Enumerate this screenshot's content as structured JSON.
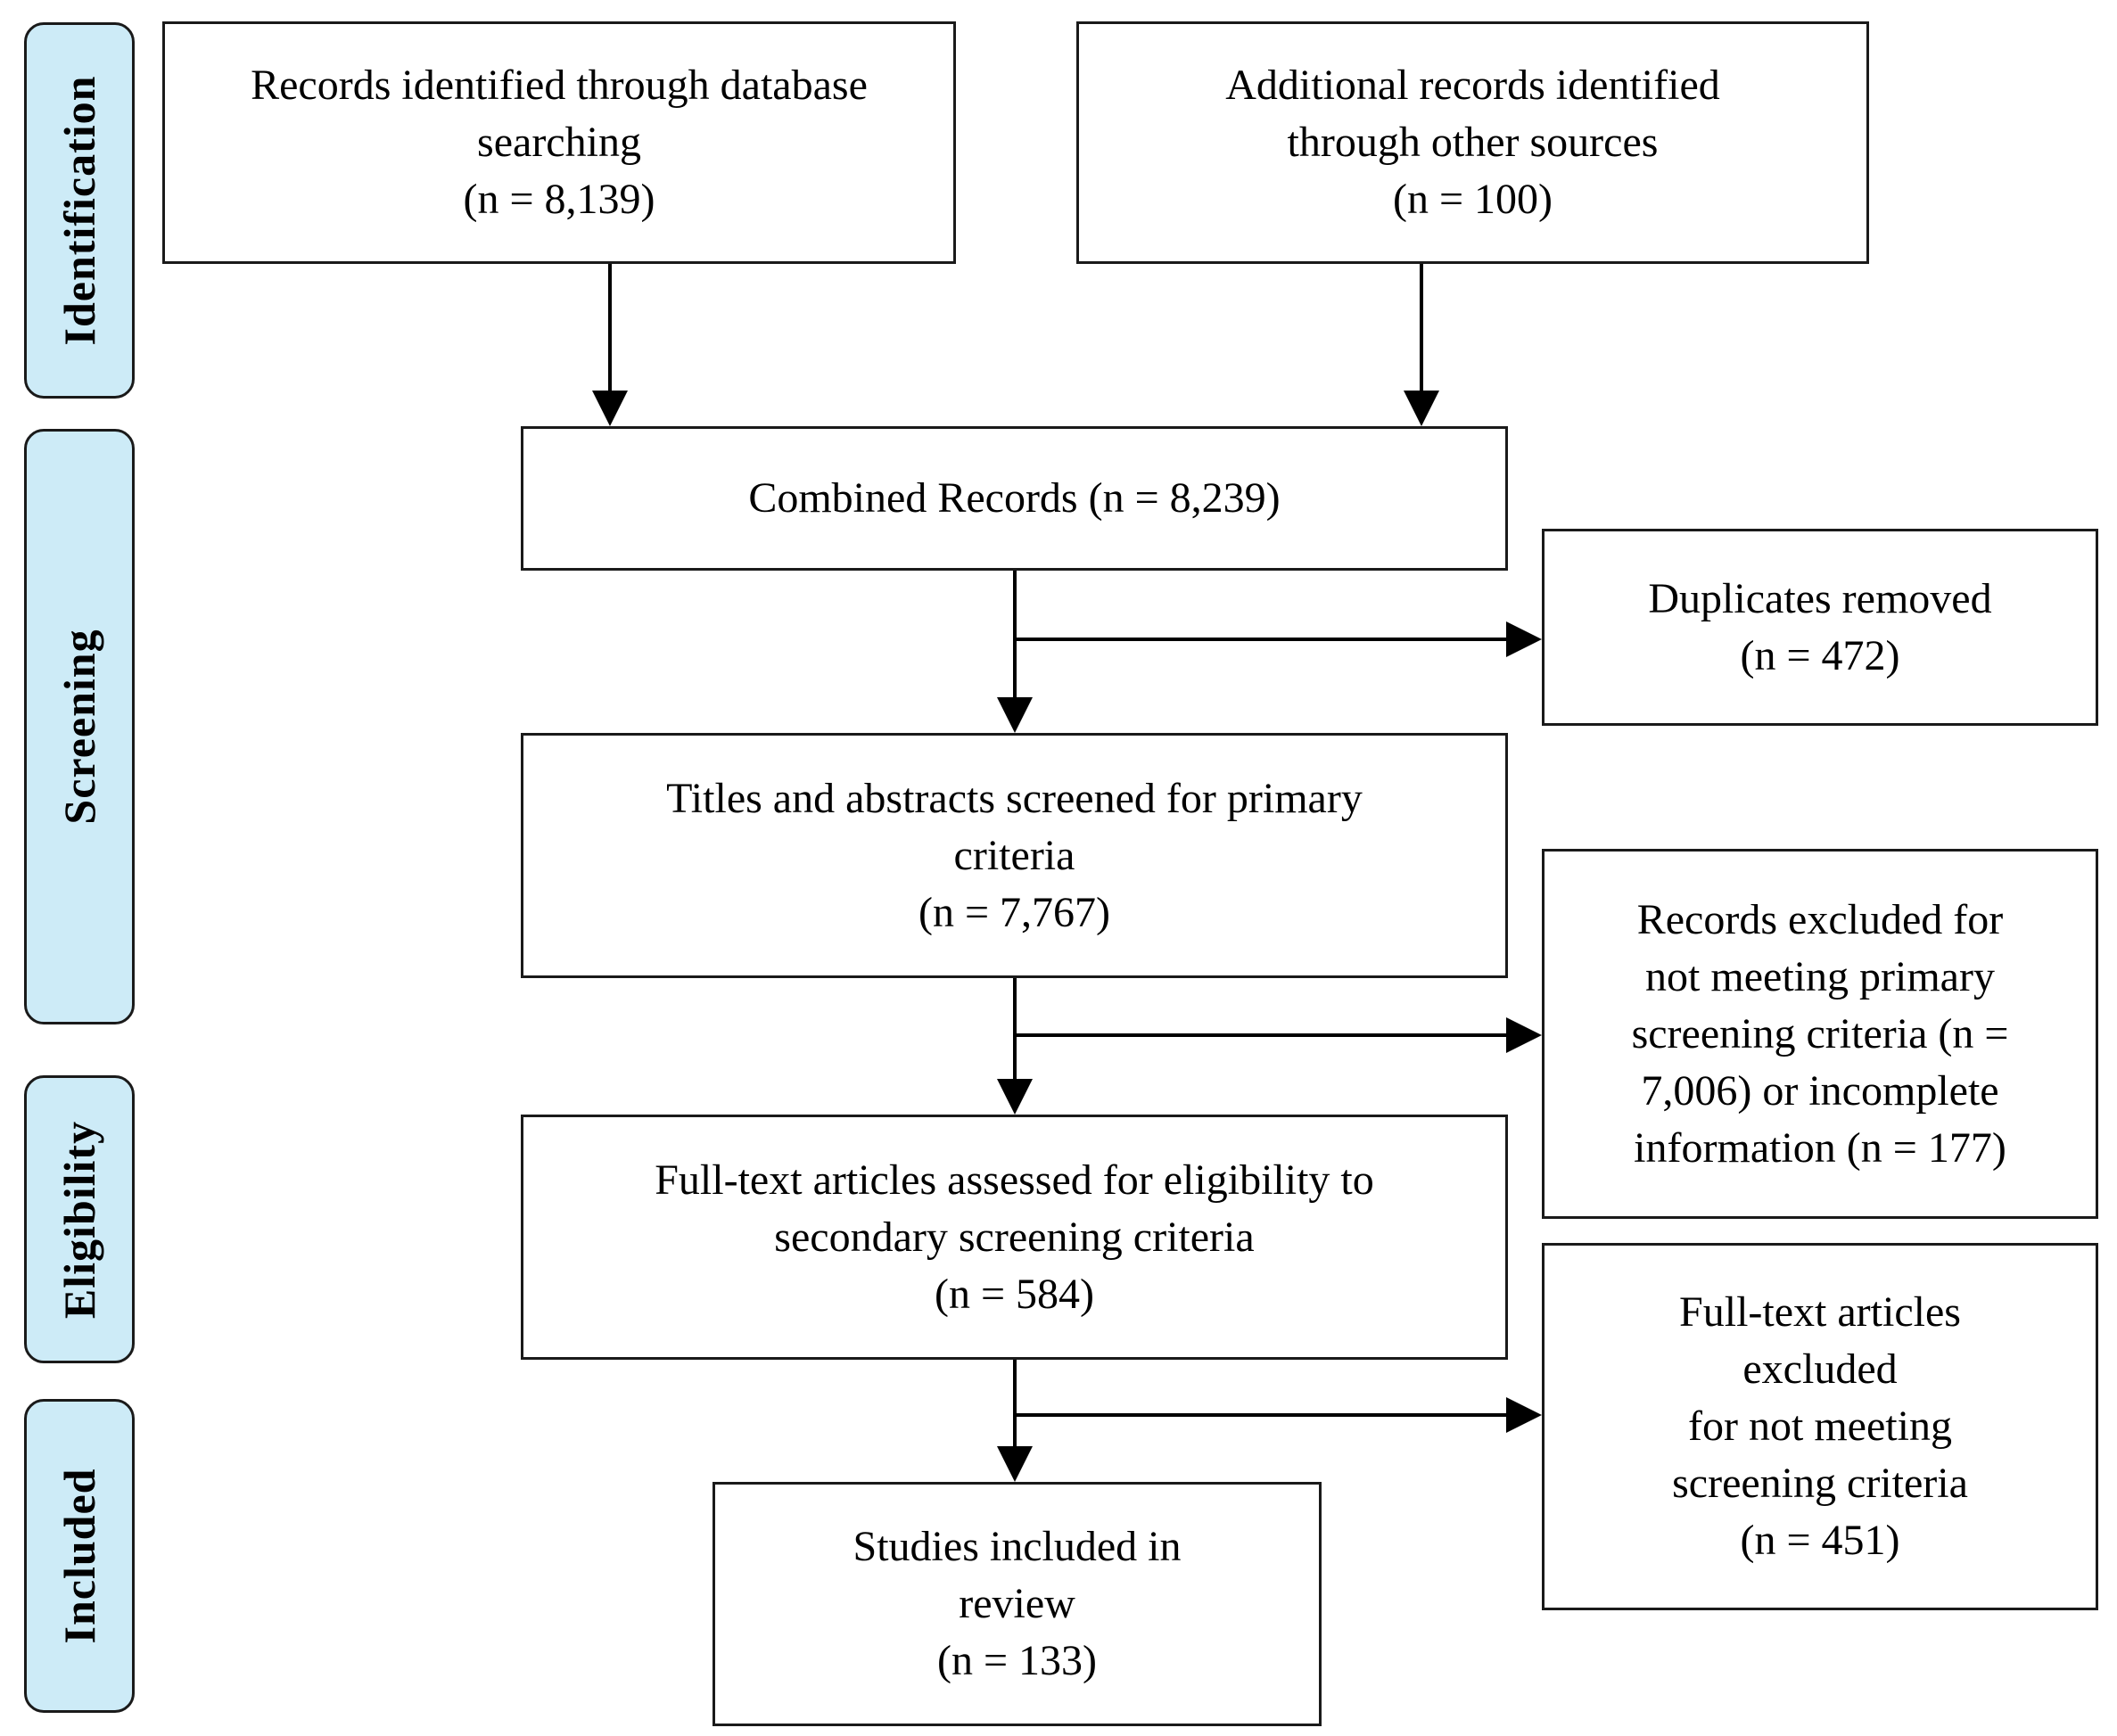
{
  "phases": {
    "identification": "Identification",
    "screening": "Screening",
    "eligibility": "Eligibility",
    "included": "Included"
  },
  "boxes": {
    "database": [
      "Records identified through database",
      "searching",
      "(n = 8,139)"
    ],
    "other_sources": [
      "Additional records identified",
      "through other sources",
      "(n = 100)"
    ],
    "combined": [
      "Combined Records (n = 8,239)"
    ],
    "duplicates": [
      "Duplicates removed",
      "(n = 472)"
    ],
    "titles_abstracts": [
      "Titles and abstracts screened for primary",
      "criteria",
      "(n = 7,767)"
    ],
    "excluded_primary": [
      "Records excluded for",
      "not meeting primary",
      "screening criteria (n =",
      "7,006) or incomplete",
      "information (n = 177)"
    ],
    "full_text": [
      "Full-text articles assessed for eligibility to",
      "secondary screening criteria",
      "(n = 584)"
    ],
    "excluded_fulltext": [
      "Full-text articles",
      "excluded",
      "for not meeting",
      "screening criteria",
      "(n = 451)"
    ],
    "included": [
      "Studies included in",
      "review",
      "(n = 133)"
    ]
  }
}
